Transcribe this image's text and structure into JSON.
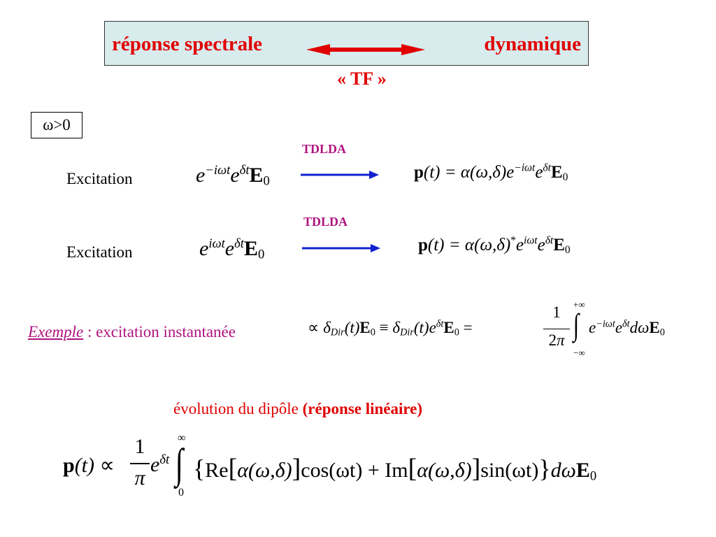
{
  "header": {
    "left": "réponse spectrale",
    "right": "dynamique",
    "tf": "« TF »"
  },
  "condition": "ω>0",
  "rows": [
    {
      "label": "Excitation",
      "method": "TDLDA",
      "excitation": {
        "base1": "e",
        "exp1": "−iωt",
        "base2": "e",
        "exp2": "δt",
        "field": "E",
        "sub": "0"
      },
      "response": {
        "p": "p",
        "lhs": "(t) = α(ω,δ)",
        "conj": "",
        "base1": "e",
        "exp1": "−iωt",
        "base2": "e",
        "exp2": "δt",
        "field": "E",
        "sub": "0"
      }
    },
    {
      "label": "Excitation",
      "method": "TDLDA",
      "excitation": {
        "base1": "e",
        "exp1": "iωt",
        "base2": "e",
        "exp2": "δt",
        "field": "E",
        "sub": "0"
      },
      "response": {
        "p": "p",
        "lhs": "(t) = α(ω,δ)",
        "conj": "*",
        "base1": "e",
        "exp1": "iωt",
        "base2": "e",
        "exp2": "δt",
        "field": "E",
        "sub": "0"
      }
    }
  ],
  "example": {
    "label": "Exemple",
    "rest": " : excitation instantanée",
    "eq": {
      "prop": "∝",
      "delta": "δ",
      "dir": "Dir",
      "t": "(t)",
      "E": "E",
      "zero": "0",
      "equiv": "≡",
      "eexp": "δt",
      "eq": "=",
      "num": "1",
      "den": "2π",
      "int_upper": "+∞",
      "int_lower": "−∞",
      "integrand_exp1": "−iωt",
      "integrand_exp2": "δt",
      "dw": "dω"
    }
  },
  "evolution": {
    "text": "évolution du dipôle ",
    "bold": "(réponse linéaire)"
  },
  "final": {
    "p": "p",
    "lhs": "(t)",
    "prop": "∝",
    "num": "1",
    "den": "π",
    "exp": "δt",
    "upper": "∞",
    "lower": "0",
    "re": "Re",
    "alpha1": "α(ω,δ)",
    "cos": "cos(ωt) + ",
    "im": "Im",
    "alpha2": "α(ω,δ)",
    "sin": "sin(ωt)",
    "dw": "dω",
    "E": "E",
    "sub": "0"
  },
  "colors": {
    "header_bg": "#d8ecee",
    "header_text": "#e00000",
    "tdlda": "#b0137f",
    "arrow_blue": "#1020d0",
    "arrow_red": "#e00000"
  }
}
